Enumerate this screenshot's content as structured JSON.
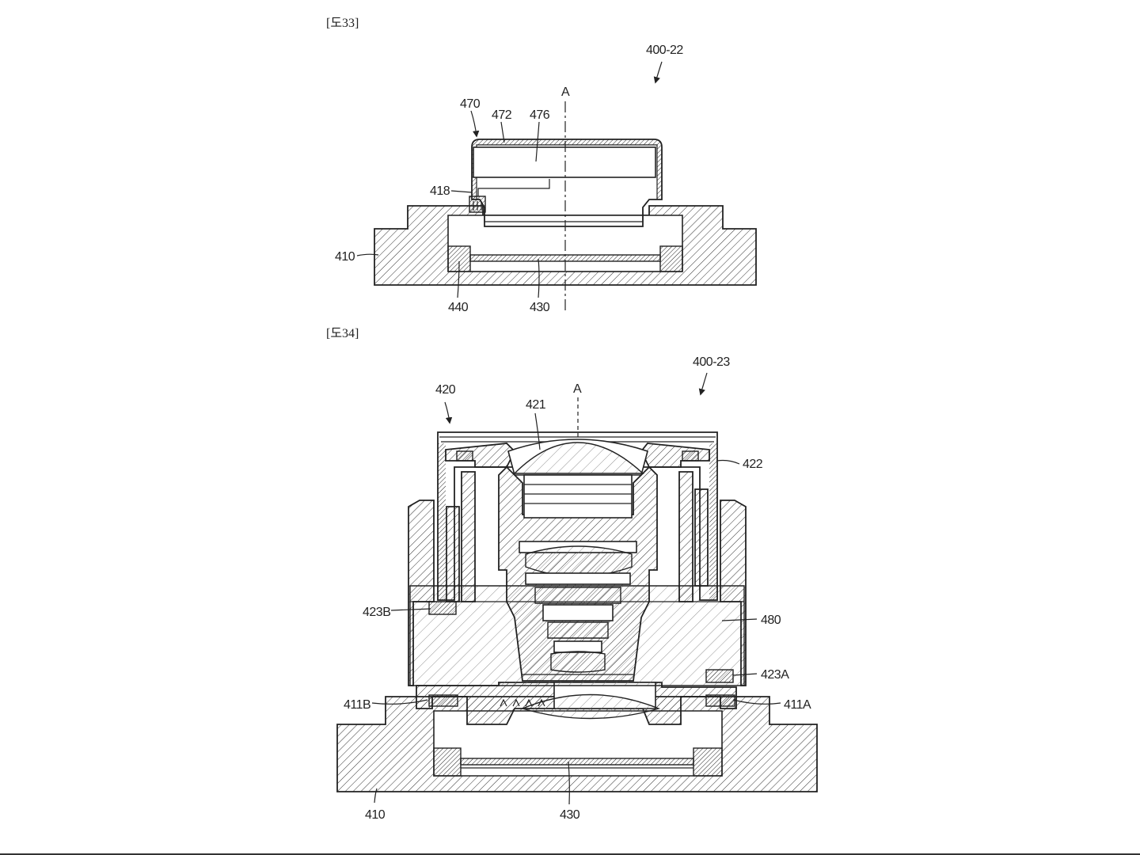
{
  "figure33": {
    "label": "[도33]",
    "assembly": "400-22",
    "axis": "A",
    "refs": {
      "r470": "470",
      "r472": "472",
      "r476": "476",
      "r418": "418",
      "r410": "410",
      "r440": "440",
      "r430": "430"
    }
  },
  "figure34": {
    "label": "[도34]",
    "assembly": "400-23",
    "axis": "A",
    "refs": {
      "r420": "420",
      "r421": "421",
      "r422": "422",
      "r423B": "423B",
      "r480": "480",
      "r423A": "423A",
      "r411B": "411B",
      "r411A": "411A",
      "r410": "410",
      "r430": "430"
    }
  }
}
